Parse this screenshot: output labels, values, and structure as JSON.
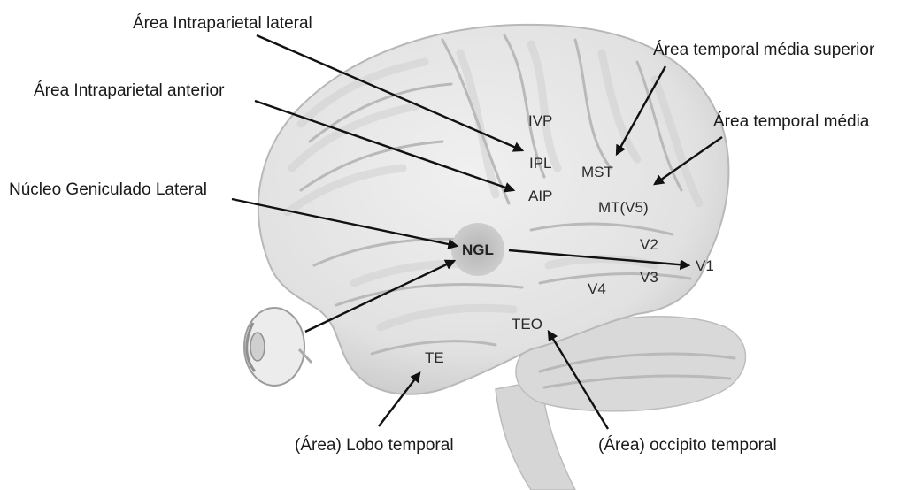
{
  "callouts": {
    "intraparietal_lateral": "Área Intraparietal lateral",
    "intraparietal_anterior": "Área Intraparietal anterior",
    "nucleo_geniculado": "Núcleo Geniculado Lateral",
    "temporal_media_superior": "Área temporal média superior",
    "temporal_media": "Área temporal média",
    "lobo_temporal": "(Área) Lobo temporal",
    "occipito_temporal": "(Área) occipito temporal"
  },
  "areas": {
    "ivp": "IVP",
    "ipl": "IPL",
    "aip": "AIP",
    "mst": "MST",
    "mt": "MT(V5)",
    "ngl": "NGL",
    "v1": "V1",
    "v2": "V2",
    "v3": "V3",
    "v4": "V4",
    "teo": "TEO",
    "te": "TE"
  },
  "colors": {
    "brain": "#e4e4e4",
    "cerebellum": "#dadada",
    "ngl_highlight": "#bdbdbd",
    "arrow": "#111111"
  }
}
